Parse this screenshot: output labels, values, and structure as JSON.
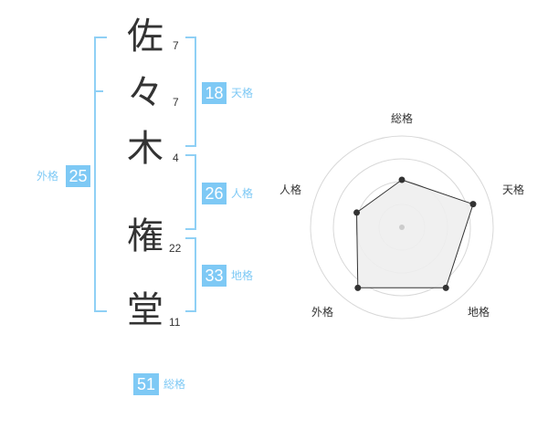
{
  "name": {
    "chars": [
      {
        "char": "佐",
        "strokes": "7"
      },
      {
        "char": "々",
        "strokes": "7"
      },
      {
        "char": "木",
        "strokes": "4"
      },
      {
        "char": "権",
        "strokes": "22"
      },
      {
        "char": "堂",
        "strokes": "11"
      }
    ]
  },
  "kaku": {
    "tenkaku": {
      "value": "18",
      "label": "天格"
    },
    "jinkaku": {
      "value": "26",
      "label": "人格"
    },
    "chikaku": {
      "value": "33",
      "label": "地格"
    },
    "gaikaku": {
      "value": "25",
      "label": "外格"
    },
    "soukaku": {
      "value": "51",
      "label": "総格"
    }
  },
  "colors": {
    "accent": "#7ec9f5",
    "bracket": "#8fd0f5",
    "text": "#333333"
  },
  "chart_data": {
    "type": "radar",
    "axes": [
      "総格",
      "天格",
      "地格",
      "外格",
      "人格"
    ],
    "values": [
      0.52,
      0.82,
      0.82,
      0.82,
      0.52
    ],
    "rings": 4,
    "fill": "#eeeeee",
    "line": "#333333"
  }
}
